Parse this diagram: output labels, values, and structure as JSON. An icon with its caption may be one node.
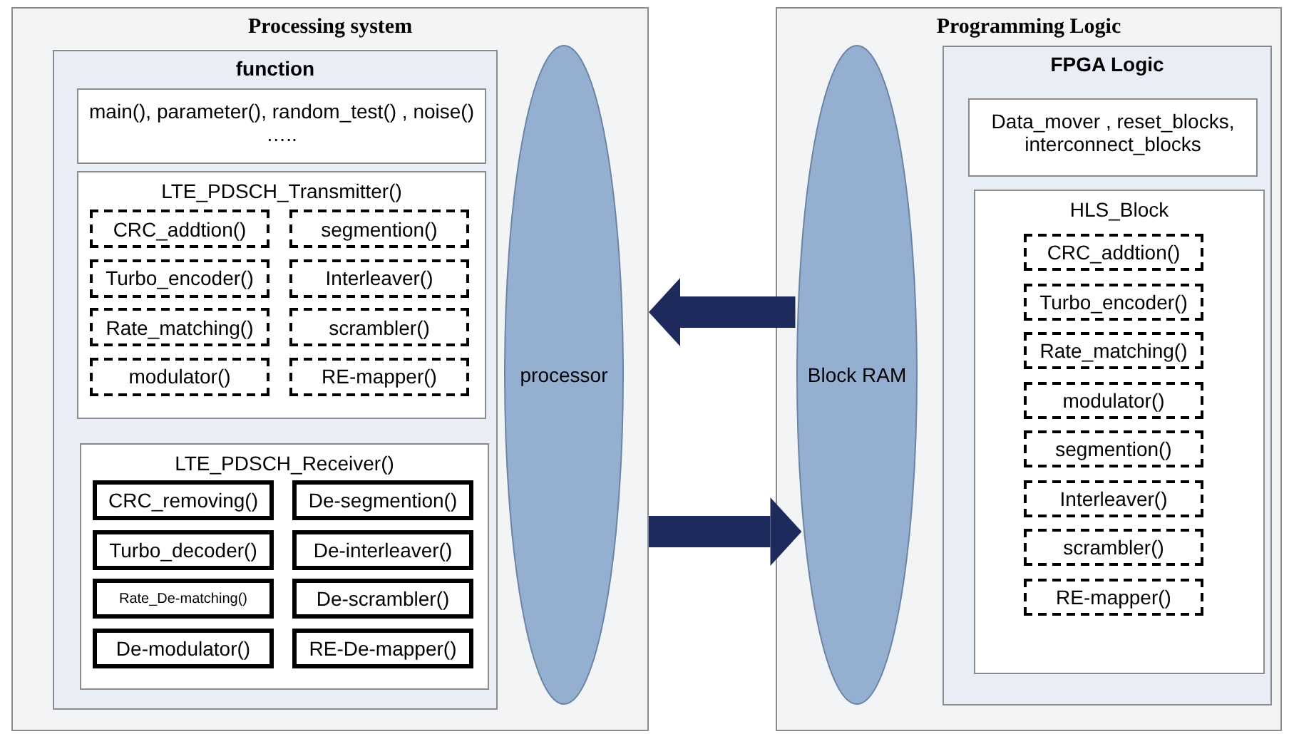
{
  "diagram": {
    "nodes": [
      {
        "text": [
          "Processing system"
        ]
      },
      {
        "text": [
          "function"
        ],
        "in": 0
      },
      {
        "text": [
          "main(), parameter(), random_test() , noise() ….."
        ],
        "in": 1
      },
      {
        "text": [
          "LTE_PDSCH_Transmitter()"
        ],
        "in": 1
      },
      {
        "text": [
          "CRC_addtion()"
        ],
        "in": 3
      },
      {
        "text": [
          "segmention()"
        ],
        "in": 3
      },
      {
        "text": [
          "Turbo_encoder()"
        ],
        "in": 3
      },
      {
        "text": [
          "Interleaver()"
        ],
        "in": 3
      },
      {
        "text": [
          "Rate_matching()"
        ],
        "in": 3
      },
      {
        "text": [
          "scrambler()"
        ],
        "in": 3
      },
      {
        "text": [
          "modulator()"
        ],
        "in": 3
      },
      {
        "text": [
          "RE-mapper()"
        ],
        "in": 3
      },
      {
        "text": [
          "LTE_PDSCH_Receiver()"
        ],
        "in": 1
      },
      {
        "text": [
          "CRC_removing()"
        ],
        "in": 12
      },
      {
        "text": [
          "De-segmention()"
        ],
        "in": 12
      },
      {
        "text": [
          "Turbo_decoder()"
        ],
        "in": 12
      },
      {
        "text": [
          "De-interleaver()"
        ],
        "in": 12
      },
      {
        "text": [
          "Rate_De-matching()"
        ],
        "in": 12
      },
      {
        "text": [
          "De-scrambler()"
        ],
        "in": 12
      },
      {
        "text": [
          "De-modulator()"
        ],
        "in": 12
      },
      {
        "text": [
          "RE-De-mapper()"
        ],
        "in": 12
      },
      {
        "text": [
          "processor"
        ],
        "in": 0
      },
      {
        "text": [
          "Programming Logic"
        ]
      },
      {
        "text": [
          "Block RAM"
        ],
        "in": 22
      },
      {
        "text": [
          "FPGA Logic"
        ],
        "in": 22
      },
      {
        "text": [
          "Data_mover , reset_blocks, interconnect_blocks"
        ],
        "in": 24
      },
      {
        "text": [
          "HLS_Block"
        ],
        "in": 24
      },
      {
        "text": [
          "CRC_addtion()"
        ],
        "in": 26
      },
      {
        "text": [
          "Turbo_encoder()"
        ],
        "in": 26
      },
      {
        "text": [
          "Rate_matching()"
        ],
        "in": 26
      },
      {
        "text": [
          "modulator()"
        ],
        "in": 26
      },
      {
        "text": [
          "segmention()"
        ],
        "in": 26
      },
      {
        "text": [
          "Interleaver()"
        ],
        "in": 26
      },
      {
        "text": [
          "scrambler()"
        ],
        "in": 26
      },
      {
        "text": [
          "RE-mapper()"
        ],
        "in": 26
      }
    ],
    "edges": [
      {
        "from": 23,
        "to": 0,
        "arrow": "to"
      },
      {
        "from": 0,
        "to": 23,
        "arrow": "to"
      }
    ]
  }
}
